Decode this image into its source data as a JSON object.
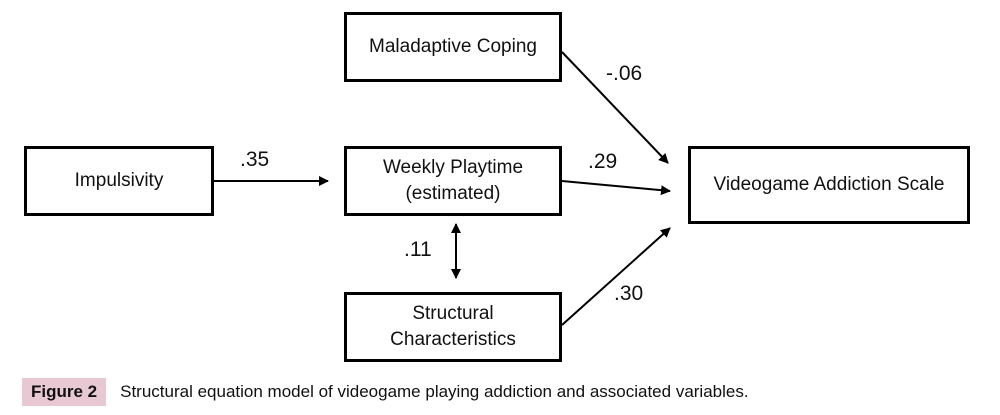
{
  "nodes": {
    "maladaptive": "Maladaptive Coping",
    "impulsivity": "Impulsivity",
    "playtime_line1": "Weekly Playtime",
    "playtime_line2": "(estimated)",
    "addiction": "Videogame Addiction Scale",
    "structural_line1": "Structural",
    "structural_line2": "Characteristics"
  },
  "paths": {
    "impulsivity_to_playtime": ".35",
    "maladaptive_to_addiction": "-.06",
    "playtime_to_addiction": ".29",
    "structural_to_addiction": ".30",
    "playtime_structural": ".11"
  },
  "caption": {
    "label": "Figure 2",
    "text": "Structural equation model of videogame playing addiction and associated variables."
  }
}
